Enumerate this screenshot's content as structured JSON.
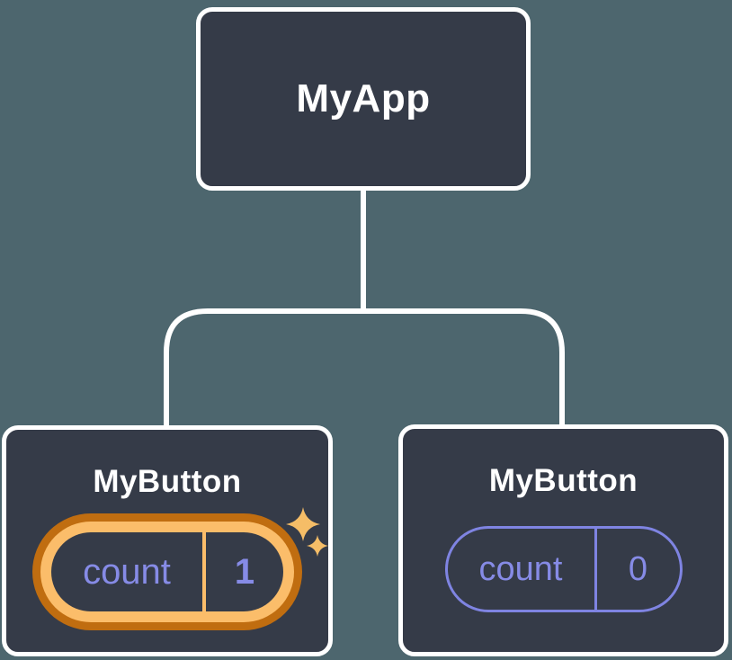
{
  "diagram": {
    "type": "component-tree",
    "root": {
      "label": "MyApp"
    },
    "children": [
      {
        "label": "MyButton",
        "highlighted": true,
        "state": {
          "key": "count",
          "value": "1"
        }
      },
      {
        "label": "MyButton",
        "highlighted": false,
        "state": {
          "key": "count",
          "value": "0"
        }
      }
    ]
  },
  "icons": {
    "sparkle_large": "4-point-sparkle",
    "sparkle_small": "4-point-sparkle"
  },
  "colors": {
    "background": "#4d666e",
    "node_fill": "#353b48",
    "node_border": "#ffffff",
    "connector": "#ffffff",
    "state_text": "#868be6",
    "plain_pill_border": "#7f84e2",
    "highlight_ring_outer": "#c06d10",
    "highlight_ring_inner": "#fbbd6a",
    "sparkle": "#f5bd67"
  }
}
